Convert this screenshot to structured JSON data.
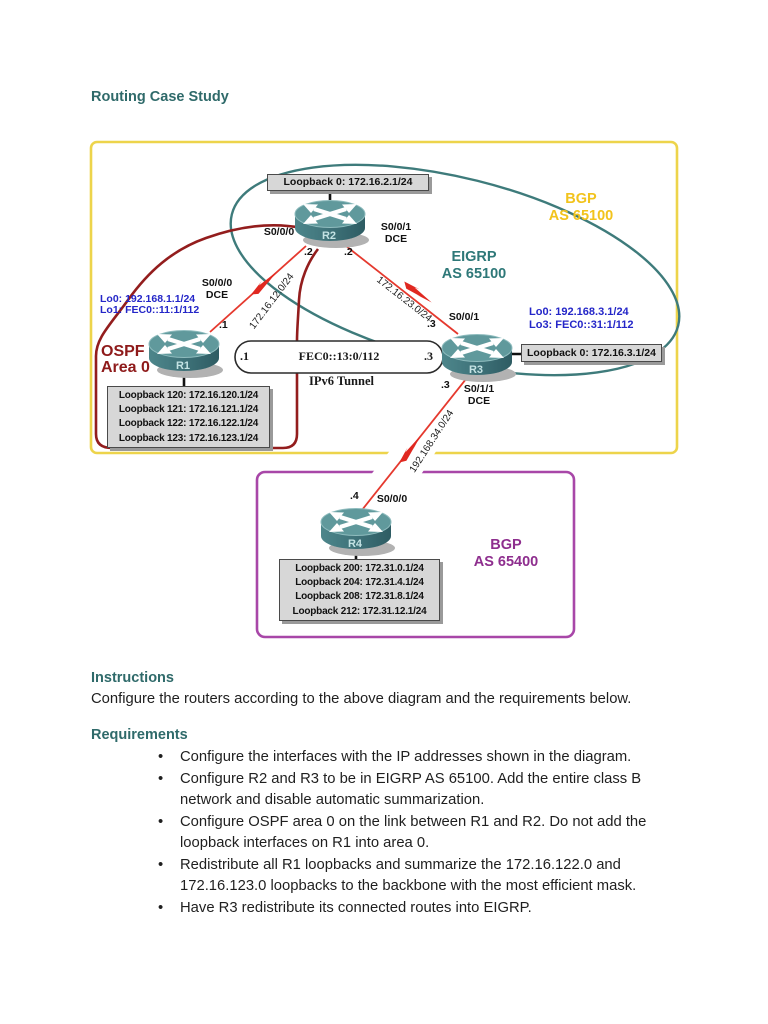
{
  "page": {
    "title": "Routing Case Study"
  },
  "diagram": {
    "areas": {
      "bgp_top": {
        "line1": "BGP",
        "line2": "AS 65100"
      },
      "eigrp": {
        "line1": "EIGRP",
        "line2": "AS 65100"
      },
      "ospf": {
        "line1": "OSPF",
        "line2": "Area 0"
      },
      "bgp_bottom": {
        "line1": "BGP",
        "line2": "AS 65400"
      }
    },
    "routers": {
      "r1": "R1",
      "r2": "R2",
      "r3": "R3",
      "r4": "R4"
    },
    "loopback_boxes": {
      "r2": "Loopback 0: 172.16.2.1/24",
      "r3": "Loopback 0: 172.16.3.1/24",
      "r1": [
        "Loopback 120: 172.16.120.1/24",
        "Loopback 121: 172.16.121.1/24",
        "Loopback 122: 172.16.122.1/24",
        "Loopback 123: 172.16.123.1/24"
      ],
      "r4": [
        "Loopback 200: 172.31.0.1/24",
        "Loopback 204: 172.31.4.1/24",
        "Loopback 208: 172.31.8.1/24",
        "Loopback 212: 172.31.12.1/24"
      ]
    },
    "ipv6_loopbacks": {
      "r1": [
        "Lo0: 192.168.1.1/24",
        "Lo1: FEC0::11:1/112"
      ],
      "r3": [
        "Lo0: 192.168.3.1/24",
        "Lo3: FEC0::31:1/112"
      ]
    },
    "interfaces": {
      "r2_left": "S0/0/0",
      "r2_right_if": "S0/0/1",
      "r2_right_dce": "DCE",
      "r2_left_ip": ".2",
      "r2_right_ip": ".2",
      "r1_if": "S0/0/0",
      "r1_dce": "DCE",
      "r1_ip": ".1",
      "r3_top_if": "S0/0/1",
      "r3_top_ip": ".3",
      "r3_bottom_ip": ".3",
      "r3_bottom_if": "S0/1/1",
      "r3_bottom_dce": "DCE",
      "r4_ip": ".4",
      "r4_if": "S0/0/0"
    },
    "links": {
      "r1_r2": "172.16.12.0/24",
      "r2_r3": "172.16.23.0/24",
      "r3_r4": "192.168.34.0/24"
    },
    "tunnel": {
      "left_ip": ".1",
      "address": "FEC0::13:0/112",
      "right_ip": ".3",
      "caption": "IPv6 Tunnel"
    }
  },
  "sections": {
    "instructions_heading": "Instructions",
    "instructions_body": "Configure the routers according to the above diagram and the requirements below.",
    "requirements_heading": "Requirements",
    "bullet": "•",
    "requirements": [
      "Configure the interfaces with the IP addresses shown in the diagram.",
      "Configure R2 and R3 to be in EIGRP AS 65100. Add the entire class B network and disable automatic summarization.",
      "Configure OSPF area 0 on the link between R1 and R2. Do not add the loopback interfaces on R1 into area 0.",
      "Redistribute all R1 loopbacks and summarize the 172.16.122.0 and 172.16.123.0 loopbacks to the backbone with the most efficient mask.",
      "Have R3 redistribute its connected routes into EIGRP."
    ]
  },
  "colors": {
    "heading_teal": "#2F6A6A",
    "bgp_gold": "#F2C31C",
    "border_yellow": "#EDD44B",
    "eigrp_teal": "#2E7878",
    "ellipse_teal": "#3E7B7B",
    "ospf_dark_red": "#8E1A1A",
    "link_red": "#E5392E",
    "bgp_purple": "#8E2E8E",
    "border_purple": "#A847A8",
    "loopback_blue": "#2426C8"
  }
}
